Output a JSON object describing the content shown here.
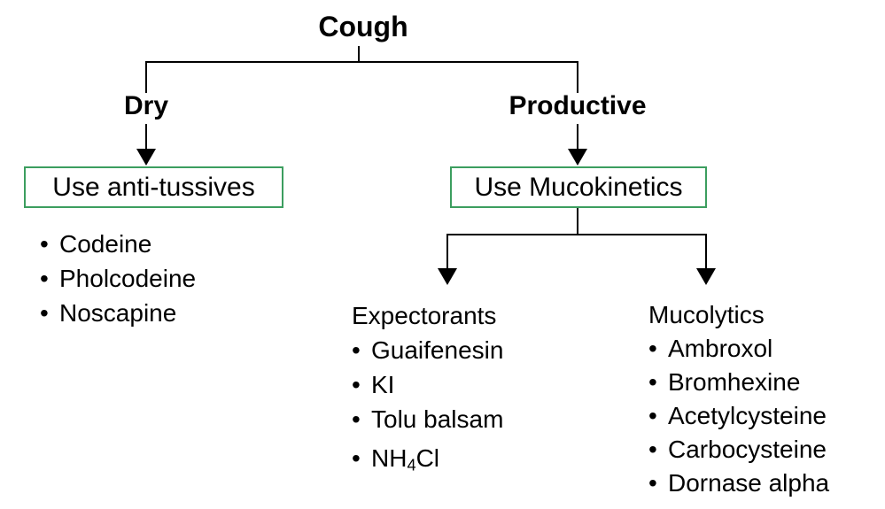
{
  "diagram": {
    "title": "Cough",
    "bullet": "•",
    "colors": {
      "box_border": "#3c9e5f",
      "connector": "#000000",
      "text": "#000000"
    },
    "dry": {
      "label": "Dry",
      "box_label": "Use anti-tussives",
      "items": [
        "Codeine",
        "Pholcodeine",
        "Noscapine"
      ]
    },
    "productive": {
      "label": "Productive",
      "box_label": "Use Mucokinetics",
      "expectorants": {
        "heading": "Expectorants",
        "items": [
          "Guaifenesin",
          "KI",
          "Tolu balsam"
        ],
        "chem_item": {
          "prefix": "NH",
          "subscript": "4",
          "suffix": "Cl"
        }
      },
      "mucolytics": {
        "heading": "Mucolytics",
        "items": [
          "Ambroxol",
          "Bromhexine",
          "Acetylcysteine",
          "Carbocysteine",
          "Dornase alpha"
        ]
      }
    }
  }
}
